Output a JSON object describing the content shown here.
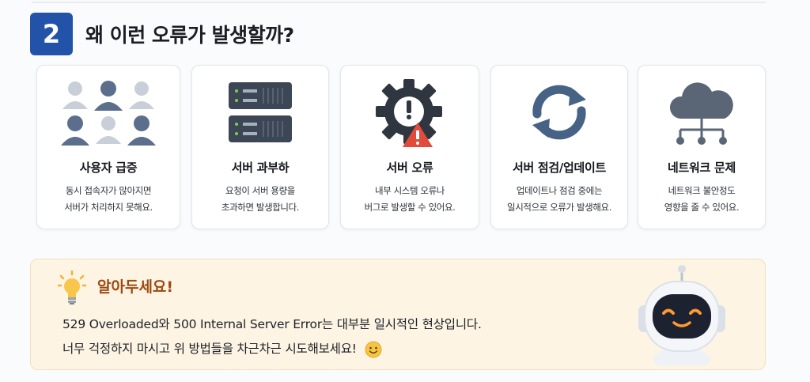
{
  "section": {
    "number": "2",
    "title": "왜 이런 오류가 발생할까?"
  },
  "cards": [
    {
      "icon": "users-icon",
      "title": "사용자 급증",
      "desc": [
        "동시 접속자가 많아지면",
        "서버가 처리하지 못해요."
      ]
    },
    {
      "icon": "server-icon",
      "title": "서버 과부하",
      "desc": [
        "요청이 서버 용량을",
        "초과하면 발생합니다."
      ]
    },
    {
      "icon": "gear-warning-icon",
      "title": "서버 오류",
      "desc": [
        "내부 시스템 오류나",
        "버그로 발생할 수 있어요."
      ]
    },
    {
      "icon": "refresh-icon",
      "title": "서버 점검/업데이트",
      "desc": [
        "업데이트나 점검 중에는",
        "일시적으로 오류가 발생해요."
      ]
    },
    {
      "icon": "cloud-network-icon",
      "title": "네트워크 문제",
      "desc": [
        "네트워크 불안정도",
        "영향을 줄 수 있어요."
      ]
    }
  ],
  "tip": {
    "title": "알아두세요!",
    "line1": "529 Overloaded와 500 Internal Server Error는 대부분 일시적인 현상입니다.",
    "line2": "너무 걱정하지 마시고 위 방법들을 차근차근 시도해보세요!"
  },
  "colors": {
    "badge": "#2353a8",
    "icon_gray": "#5b6573",
    "alert_red": "#e24a3b",
    "tip_bg": "#fdf4e3",
    "tip_title": "#9c4a12"
  }
}
